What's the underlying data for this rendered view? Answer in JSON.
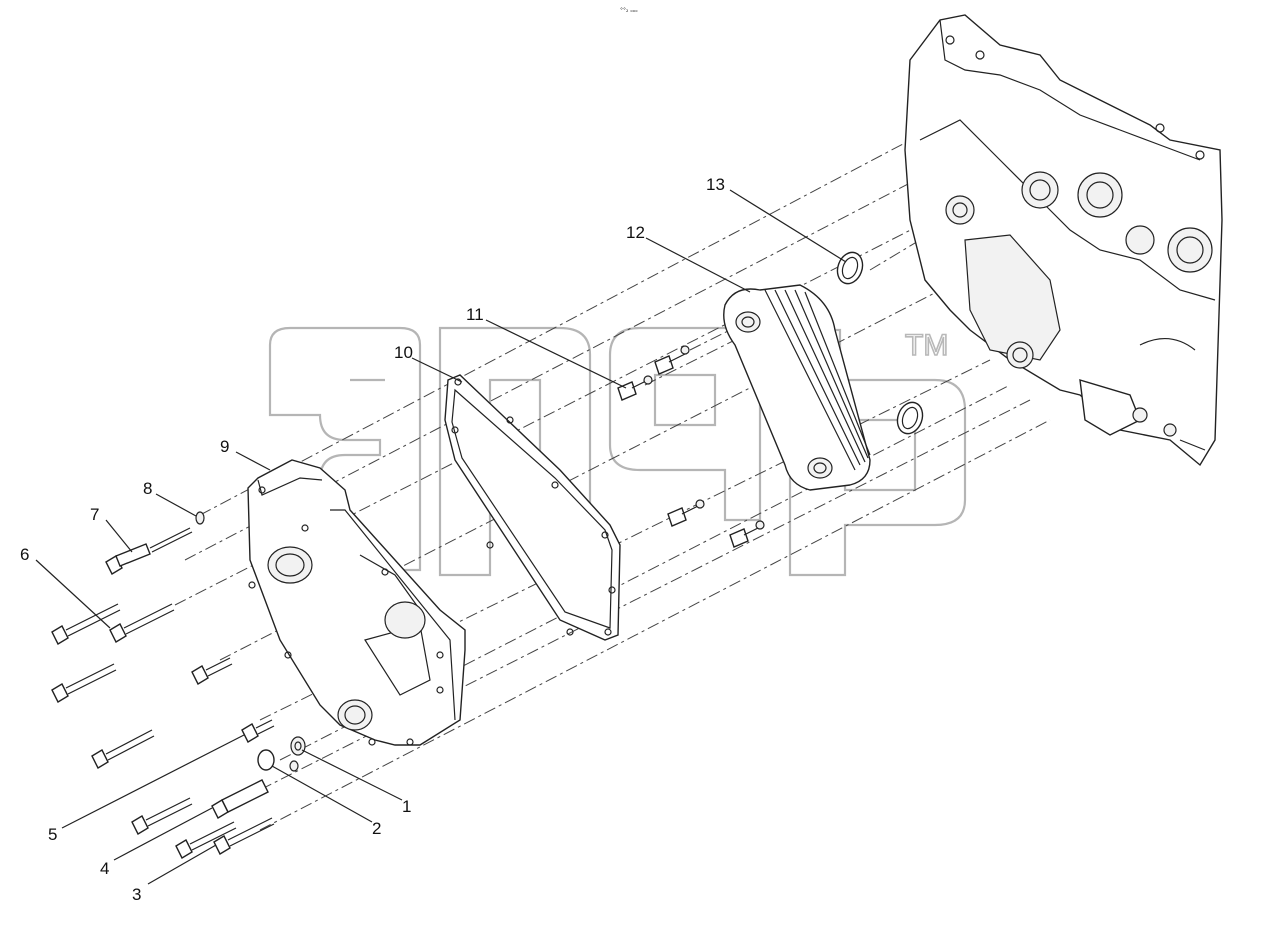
{
  "header": {
    "tiny_text": "°°₂ ₒₒₒ"
  },
  "watermark": {
    "trademark": "TM"
  },
  "callouts": [
    "1",
    "2",
    "3",
    "4",
    "5",
    "6",
    "7",
    "8",
    "9",
    "10",
    "11",
    "12",
    "13"
  ],
  "colors": {
    "line": "#222222",
    "watermark": "#b5b5b5",
    "background": "#ffffff"
  }
}
